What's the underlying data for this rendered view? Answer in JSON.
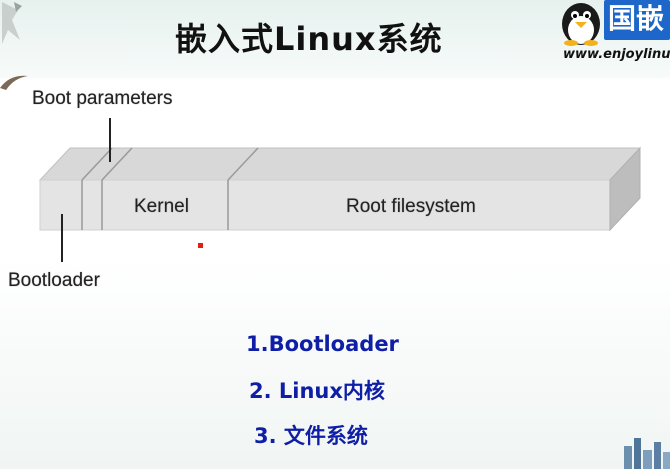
{
  "slide": {
    "title": "嵌入式Linux系统",
    "logo_text": "国嵌",
    "site_url": "www.enjoylinux"
  },
  "diagram": {
    "boot_parameters_label": "Boot parameters",
    "kernel_label": "Kernel",
    "root_fs_label": "Root filesystem",
    "bootloader_label": "Bootloader"
  },
  "list": {
    "items": [
      "1.Bootloader",
      "2. Linux内核",
      "3. 文件系统"
    ]
  }
}
